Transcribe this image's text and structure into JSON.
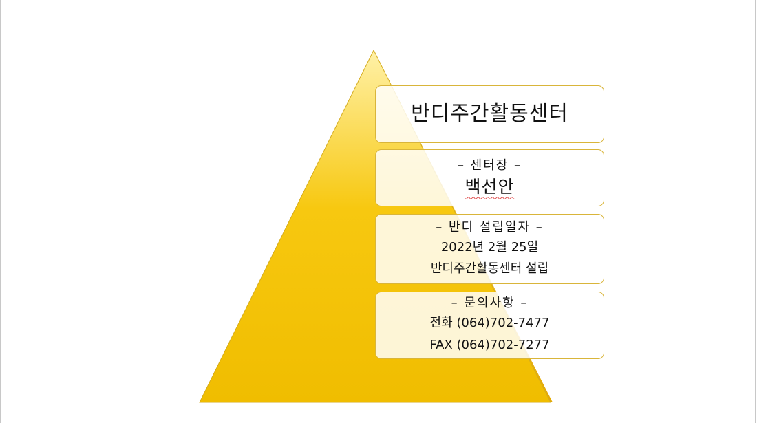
{
  "diagram": {
    "colors": {
      "pyramid_light": "#fff1a8",
      "pyramid_main": "#f7c810",
      "pyramid_dark": "#e5a900",
      "pyramid_edge": "#d4ab1e",
      "card_border": "#d9b53a"
    },
    "cards": [
      {
        "title": "반디주간활동센터"
      },
      {
        "heading": "– 센터장 –",
        "name": "백선안"
      },
      {
        "heading": "– 반디 설립일자 –",
        "lines": [
          "2022년 2월 25일",
          "반디주간활동센터 설립"
        ]
      },
      {
        "heading": "– 문의사항 –",
        "lines": [
          "전화 (064)702-7477",
          "FAX (064)702-7277"
        ]
      }
    ]
  }
}
